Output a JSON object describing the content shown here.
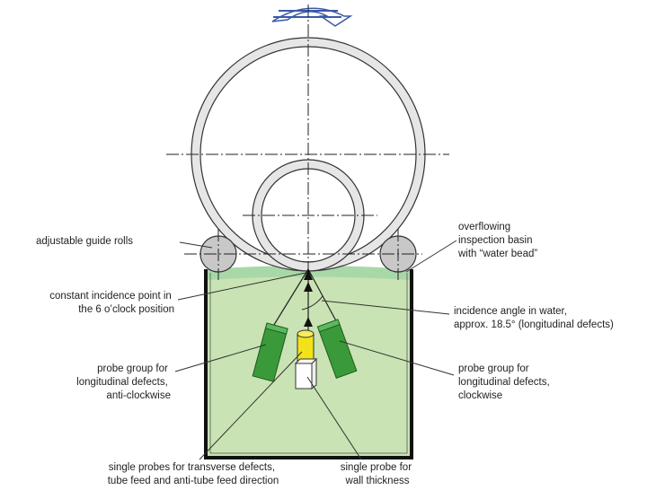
{
  "labels": {
    "guide_rolls": "adjustable guide rolls",
    "basin": [
      "overflowing",
      "inspection basin",
      "with “water bead”"
    ],
    "incidence_point": [
      "constant incidence point in",
      "the 6 o’clock position"
    ],
    "incidence_angle": [
      "incidence angle in water,",
      "approx. 18.5° (longitudinal defects)"
    ],
    "probe_anticlockwise": [
      "probe group for",
      "longitudinal defects,",
      "anti-clockwise"
    ],
    "probe_clockwise": [
      "probe group for",
      "longitudinal defects,",
      "clockwise"
    ],
    "transverse": [
      "single probes for transverse defects,",
      "tube feed and anti-tube feed direction"
    ],
    "wall_thickness": [
      "single probe for",
      "wall thickness"
    ]
  },
  "colors": {
    "water": "#c9e3b4",
    "water_bead": "#a8d8a8",
    "probe_green": "#3a9a3a",
    "probe_yellow": "#f2e21a",
    "roll_gray": "#c8c8c8",
    "tube_ring": "#e6e6e6",
    "rotation_arrow": "#3a5aa8"
  }
}
